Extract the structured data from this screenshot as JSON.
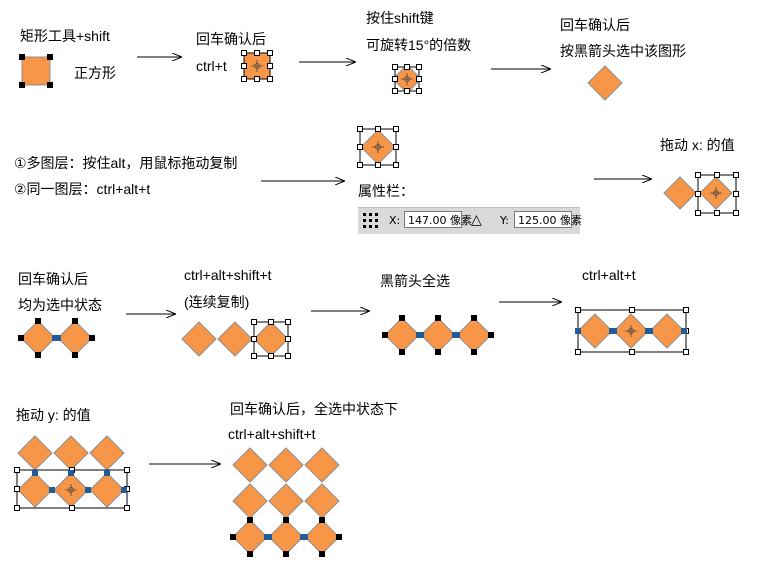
{
  "colors": {
    "fill": "#F79646",
    "stroke": "#8C8C8C",
    "handle": "#000000",
    "node": "#1F5C99"
  },
  "steps": {
    "s1_title": "矩形工具+shift",
    "s1_label": "正方形",
    "s2_title": "回车确认后",
    "s2_key": "ctrl+t",
    "s3_line1": "按住shift键",
    "s3_line2": "可旋转15°的倍数",
    "s4_line1": "回车确认后",
    "s4_line2": "按黑箭头选中该图形",
    "s5_line1": "①多图层：按住alt，用鼠标拖动复制",
    "s5_line2": "②同一图层：ctrl+alt+t",
    "s6_label": "属性栏：",
    "s7_label": "拖动 x: 的值",
    "s8_line1": "回车确认后",
    "s8_line2": "均为选中状态",
    "s9_line1": "ctrl+alt+shift+t",
    "s9_line2": "(连续复制)",
    "s10_label": "黑箭头全选",
    "s11_label": "ctrl+alt+t",
    "s12_label": "拖动 y: 的值",
    "s13_line1": "回车确认后，全选中状态下",
    "s13_line2": "ctrl+alt+shift+t"
  },
  "attr_bar": {
    "grid_icon": "reference-point-icon",
    "x_label": "X:",
    "x_value": "147.00 像素",
    "delta_symbol": "△",
    "y_label": "Y:",
    "y_value": "125.00 像素"
  }
}
